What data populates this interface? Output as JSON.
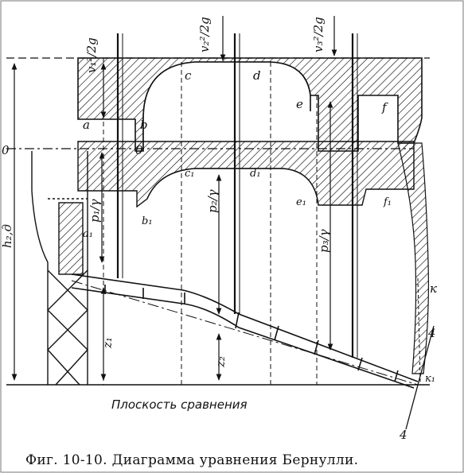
{
  "caption": "Фиг. 10-10. Диаграмма уравнения Бернулли.",
  "baseline_label": "Плоскость сравнения",
  "labels": {
    "v1": "v₁²/2g",
    "v2": "v₂²/2g",
    "v3": "v₃²/2g",
    "p1": "p₁/γ",
    "p2": "p₂/γ",
    "p3": "p₃/γ",
    "h": "h₂,д",
    "z1": "z₁",
    "z2": "z₂",
    "a": "a",
    "b": "b",
    "c": "c",
    "d": "d",
    "e": "e",
    "f": "f",
    "a1": "a₁",
    "b1": "b₁",
    "c1": "c₁",
    "d1": "d₁",
    "e1": "e₁",
    "f1": "f₁",
    "o_left": "0",
    "o_right": "0",
    "k": "к",
    "k1": "к₁",
    "four_top": "4",
    "four_bottom": "4"
  },
  "colors": {
    "ink": "#111111",
    "paper": "#ffffff"
  }
}
